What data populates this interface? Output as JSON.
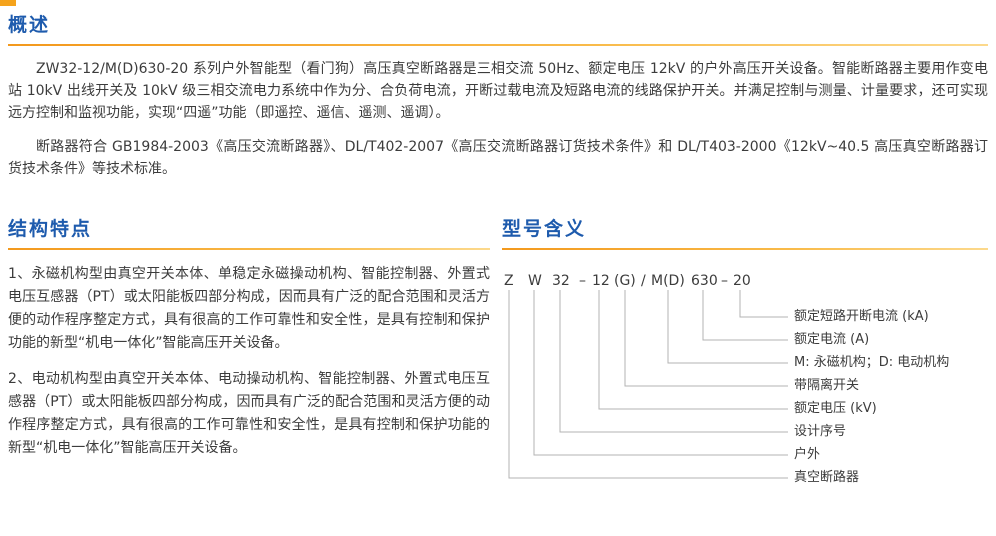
{
  "page": {
    "accent_color": "#f5a31c",
    "heading_color": "#1e5bad"
  },
  "overview": {
    "title": "概述",
    "paragraphs": [
      "ZW32-12/M(D)630-20 系列户外智能型（看门狗）高压真空断路器是三相交流 50Hz、额定电压 12kV 的户外高压开关设备。智能断路器主要用作变电站 10kV 出线开关及 10kV 级三相交流电力系统中作为分、合负荷电流，开断过载电流及短路电流的线路保护开关。并满足控制与测量、计量要求，还可实现远方控制和监视功能，实现“四遥”功能（即遥控、遥信、遥测、遥调）。",
      "断路器符合 GB1984-2003《高压交流断路器》、DL/T402-2007《高压交流断路器订货技术条件》和 DL/T403-2000《12kV~40.5 高压真空断路器订货技术条件》等技术标准。"
    ]
  },
  "features": {
    "title": "结构特点",
    "paragraphs": [
      "1、永磁机构型由真空开关本体、单稳定永磁操动机构、智能控制器、外置式电压互感器（PT）或太阳能板四部分构成，因而具有广泛的配合范围和灵活方便的动作程序整定方式，具有很高的工作可靠性和安全性，是具有控制和保护功能的新型“机电一体化”智能高压开关设备。",
      "2、电动机构型由真空开关本体、电动操动机构、智能控制器、外置式电压互感器（PT）或太阳能板四部分构成，因而具有广泛的配合范围和灵活方便的动作程序整定方式，具有很高的工作可靠性和安全性，是具有控制和保护功能的新型“机电一体化”智能高压开关设备。"
    ]
  },
  "model": {
    "title": "型号含义",
    "code_segments": [
      "Z",
      "W",
      "32",
      "–",
      "12",
      "(G)",
      "/",
      "M(D)",
      "630",
      "–",
      "20"
    ],
    "labels": [
      "额定短路开断电流 (kA)",
      "额定电流 (A)",
      "M: 永磁机构；D: 电动机构",
      "带隔离开关",
      "额定电压 (kV)",
      "设计序号",
      "户外",
      "真空断路器"
    ]
  }
}
